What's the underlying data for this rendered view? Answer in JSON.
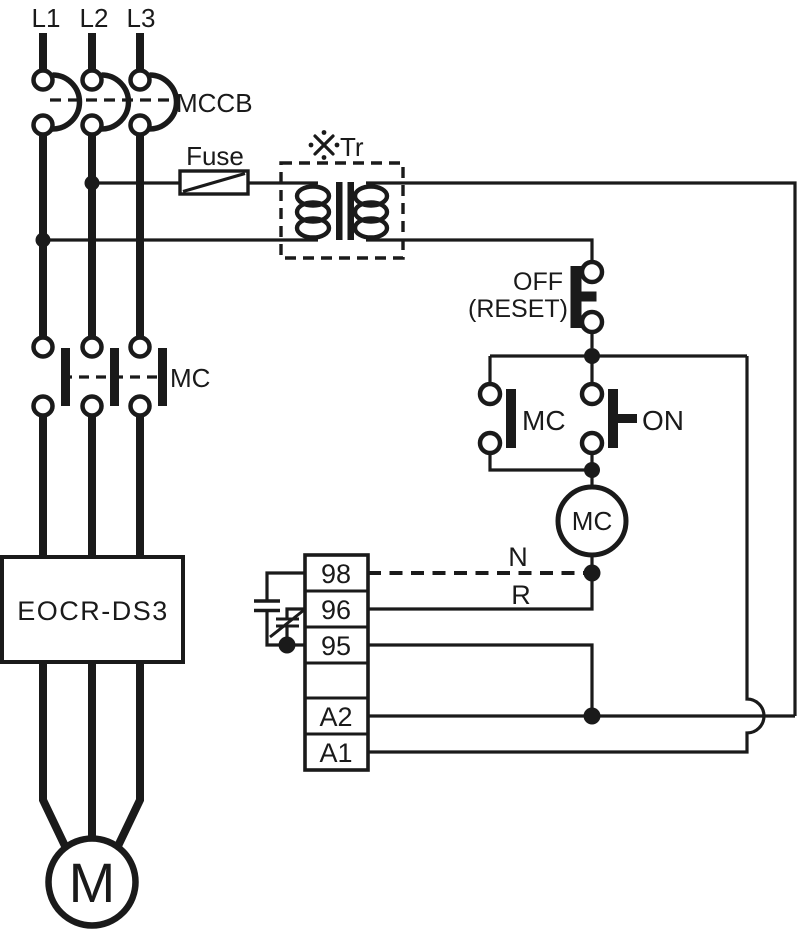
{
  "colors": {
    "ink": "#1a1a1a",
    "background": "#ffffff"
  },
  "power_section": {
    "phases": [
      {
        "label": "L1"
      },
      {
        "label": "L2"
      },
      {
        "label": "L3"
      }
    ],
    "breaker": {
      "label": "MCCB"
    },
    "fuse": {
      "label": "Fuse"
    },
    "contactor": {
      "label": "MC"
    },
    "relay": {
      "label": "EOCR-DS3"
    },
    "motor": {
      "label": "M"
    }
  },
  "control_section": {
    "transformer": {
      "reference_mark": "※",
      "label": "Tr"
    },
    "off_button": {
      "line1": "OFF",
      "line2": "(RESET)"
    },
    "mc_aux_contact": {
      "label": "MC"
    },
    "on_button": {
      "label": "ON"
    },
    "mc_coil": {
      "label": "MC"
    },
    "wire_labels": {
      "neutral": "N",
      "live": "R"
    }
  },
  "terminal_block": {
    "terminals": [
      {
        "label": "98"
      },
      {
        "label": "96"
      },
      {
        "label": "95"
      },
      {
        "label": ""
      },
      {
        "label": "A2"
      },
      {
        "label": "A1"
      }
    ]
  }
}
